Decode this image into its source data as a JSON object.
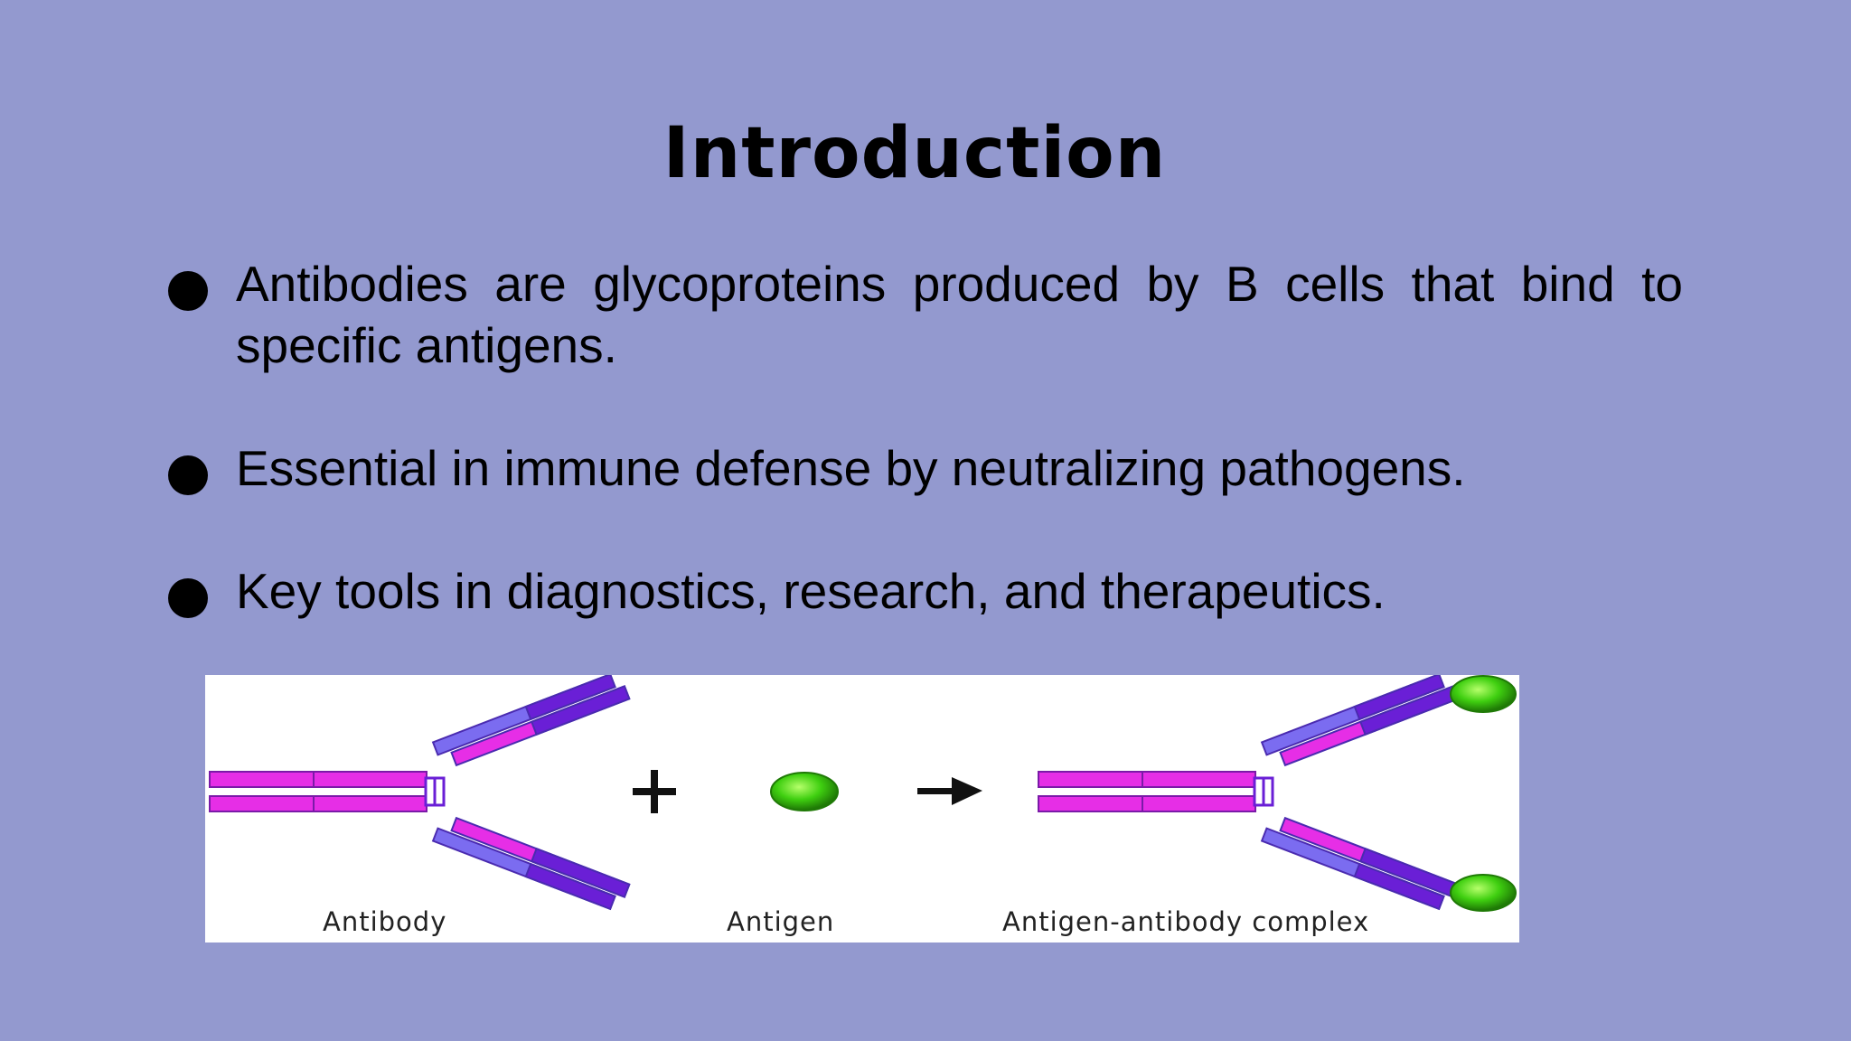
{
  "slide": {
    "title": "Introduction",
    "bullets": [
      "Antibodies are glycoproteins produced by B cells that bind to specific antigens.",
      "Essential in immune defense by neutralizing pathogens.",
      "Key tools in diagnostics, research, and therapeutics."
    ]
  },
  "figure": {
    "labels": {
      "antibody": "Antibody",
      "antigen": "Antigen",
      "complex": "Antigen-antibody complex"
    },
    "symbols": {
      "plus": "plus-sign-icon",
      "arrow": "right-arrow-icon"
    },
    "colors": {
      "background": "#9399cf",
      "heavy_chain": "#e62ee6",
      "light_chain": "#7b6cf0",
      "chain_dark": "#6a1fd6",
      "antigen": "#3fcf10"
    }
  }
}
